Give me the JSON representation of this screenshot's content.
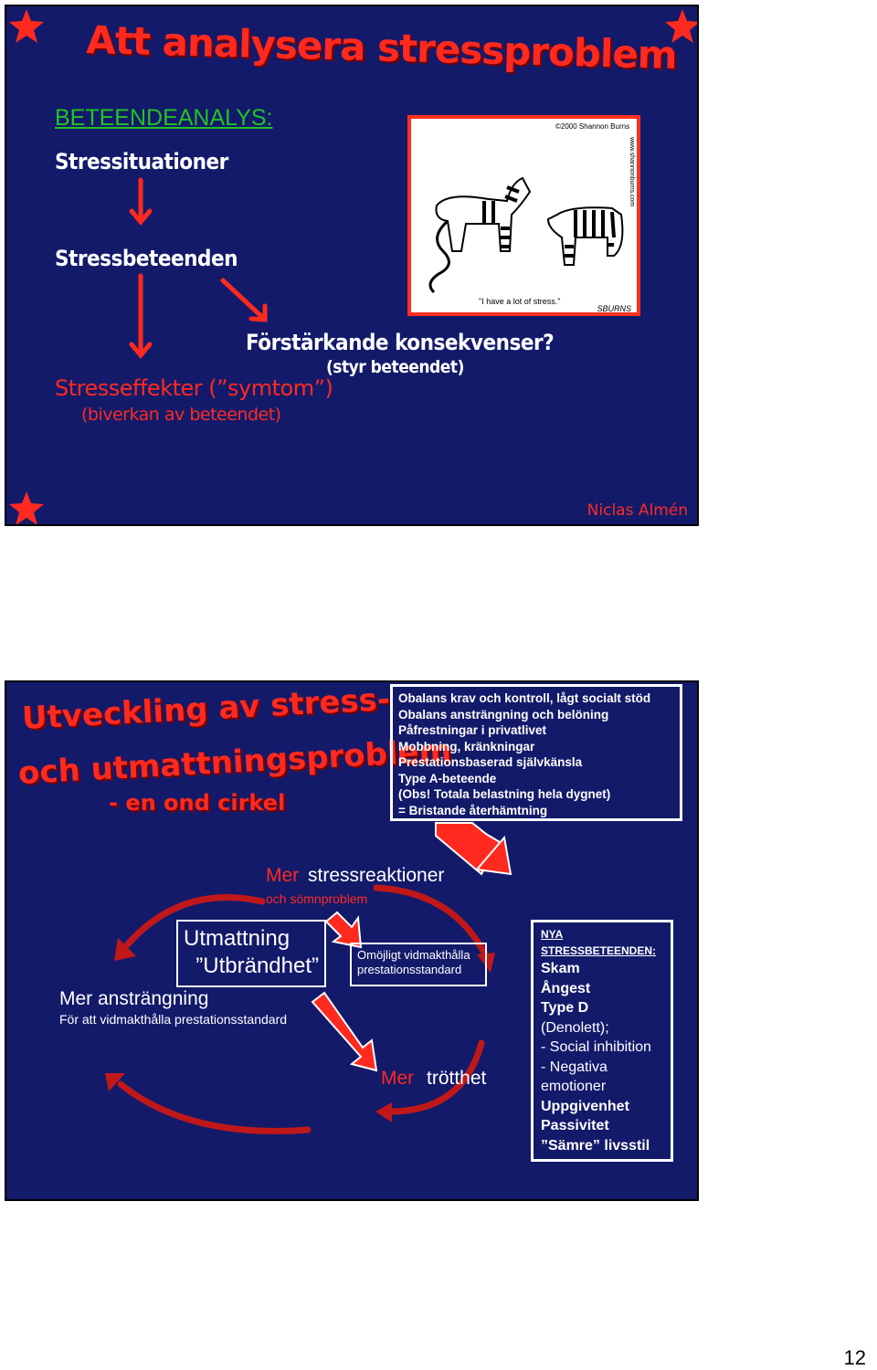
{
  "slide1": {
    "title": "Att analysera stressproblem",
    "section_label": "BETEENDEANALYS:",
    "stressituationer": "Stressituationer",
    "stressbeteenden": "Stressbeteenden",
    "forstarkande": "Förstärkande konsekvenser?",
    "styr": "(styr beteendet)",
    "stresseffekter": "Stresseffekter (”symtom”)",
    "biverkan": "(biverkan av beteendet)",
    "comic_copyright": "©2000 Shannon Burns",
    "comic_site": "www.shannonburns.com",
    "comic_caption": "\"I have a lot of stress.\"",
    "comic_signature": "SBURNS",
    "author": "Niclas Almén"
  },
  "slide2": {
    "title_line1": "Utveckling av stress-",
    "title_line2": "och utmattningsproblem",
    "title_line3": "- en ond cirkel",
    "info_lines": [
      "Obalans krav och kontroll, lågt socialt stöd",
      "Obalans ansträngning och belöning",
      "Påfrestningar i privatlivet",
      "Mobbning, kränkningar",
      "Prestationsbaserad självkänsla",
      "Type A-beteende",
      "(Obs! Totala belastning hela dygnet)",
      "= Bristande återhämtning"
    ],
    "mer_label": "Mer",
    "stressreaktioner": "stressreaktioner",
    "somnproblem": "och sömnproblem",
    "utmattning": "Utmattning",
    "utbrandhet": "”Utbrändhet”",
    "anstrangning": "Mer ansträngning",
    "anstrangning_sub": "För att vidmakthålla prestationsstandard",
    "omojligt": "Omöjligt vidmakthålla prestationsstandard",
    "trotthet": "trötthet",
    "new_heading_1": "NYA",
    "new_heading_2": "STRESSBETEENDEN:",
    "new_items": {
      "skam": "Skam",
      "angest": "Ångest",
      "typed": "Type D",
      "denolett": "(Denolett);",
      "social": "- Social inhibition",
      "negativa": "- Negativa",
      "emotioner": "emotioner",
      "uppgivenhet": "Uppgivenhet",
      "passivitet": "Passivitet",
      "samre": "”Sämre” livsstil"
    }
  },
  "page_number": "12",
  "colors": {
    "slide_bg": "#131a6a",
    "accent_red": "#ff2a1f",
    "green": "#22c322"
  }
}
